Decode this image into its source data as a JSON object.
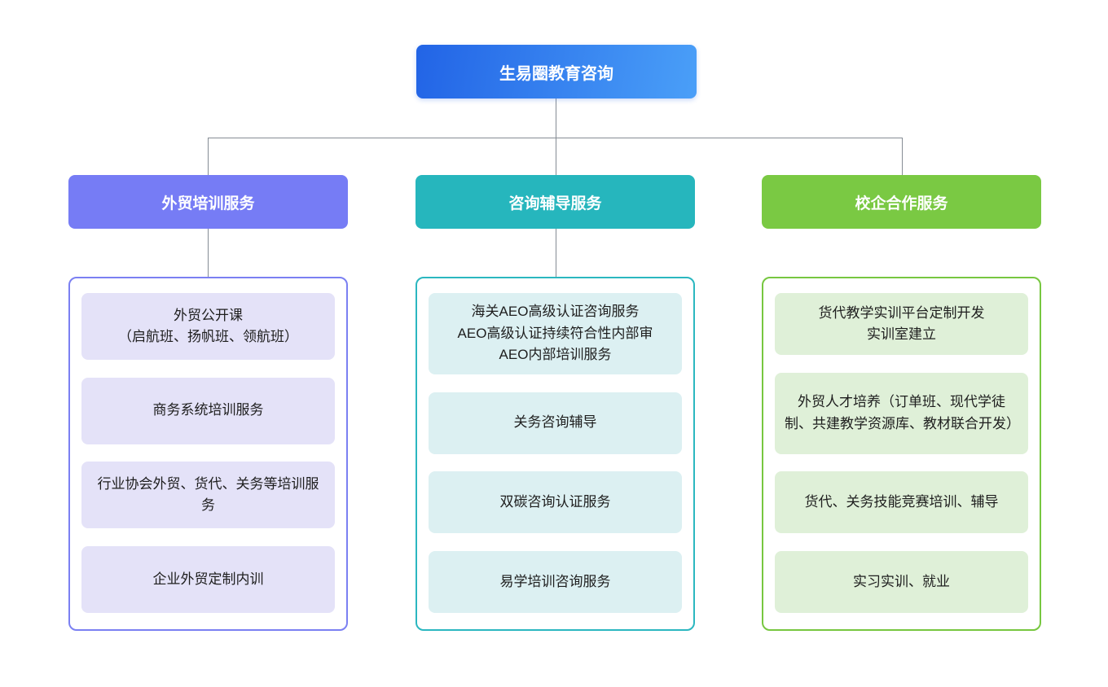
{
  "root": {
    "label": "生易圈教育咨询",
    "gradient_from": "#2264E6",
    "gradient_to": "#4A9FF8"
  },
  "connector_color": "#858C94",
  "branches": [
    {
      "label": "外贸培训服务",
      "header_color": "#767CF5",
      "border_color": "#7B80F2",
      "item_bg": "#E4E2F8",
      "items": [
        "外贸公开课\n（启航班、扬帆班、领航班）",
        "商务系统培训服务",
        "行业协会外贸、货代、关务等培训服务",
        "企业外贸定制内训"
      ]
    },
    {
      "label": "咨询辅导服务",
      "header_color": "#26B6BD",
      "border_color": "#2BB7C0",
      "item_bg": "#DCF0F2",
      "items": [
        "海关AEO高级认证咨询服务\nAEO高级认证持续符合性内部审\nAEO内部培训服务",
        "关务咨询辅导",
        "双碳咨询认证服务",
        "易学培训咨询服务"
      ]
    },
    {
      "label": "校企合作服务",
      "header_color": "#7AC943",
      "border_color": "#77C740",
      "item_bg": "#DFF0D8",
      "items": [
        "货代教学实训平台定制开发\n实训室建立",
        "外贸人才培养（订单班、现代学徒制、共建教学资源库、教材联合开发）",
        "货代、关务技能竞赛培训、辅导",
        "实习实训、就业"
      ]
    }
  ]
}
